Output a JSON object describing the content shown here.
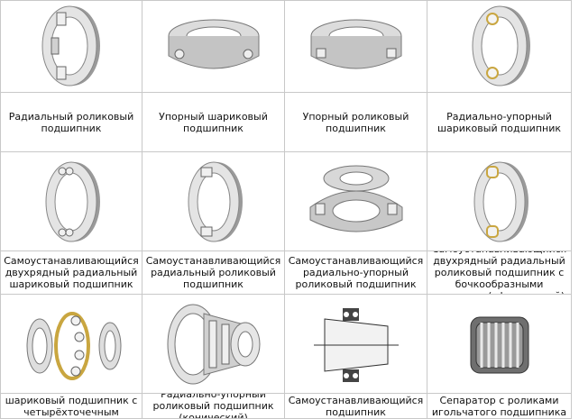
{
  "captions": [
    "Радиальный роликовый подшипник",
    "Упорный шариковый подшипник",
    "Упорный роликовый подшипник",
    "Радиально-упорный шариковый подшипник",
    "Самоустанавливающийся двухрядный радиальный шариковый подшипник",
    "Самоустанавливающийся радиальный роликовый подшипник",
    "Самоустанавливающийся радиально-упорный роликовый подшипник",
    "Самоустанавливающийся двухрядный радиальный роликовый подшипник с бочкообразными роликами (сферический)",
    "Радиально-упорный шариковый подшипник с четырёхточечным контактом",
    "Радиально-упорный роликовый подшипник (конический)",
    "Самоустанавливающийся подшипник",
    "Сепаратор с роликами игольчатого подшипника"
  ],
  "icons": [
    "radial-roller-bearing-icon",
    "thrust-ball-bearing-icon",
    "thrust-roller-bearing-icon",
    "angular-contact-ball-bearing-icon",
    "self-aligning-double-row-ball-bearing-icon",
    "self-aligning-radial-roller-bearing-icon",
    "self-aligning-angular-roller-bearing-icon",
    "spherical-roller-bearing-icon",
    "four-point-contact-bearing-icon",
    "tapered-roller-bearing-icon",
    "self-aligning-bearing-diagram-icon",
    "needle-roller-cage-icon"
  ],
  "colors": {
    "border": "#c8c8c8",
    "metal_light": "#e6e6e6",
    "metal_mid": "#b9b9b9",
    "metal_dark": "#7a7a7a",
    "brass": "#c9a640",
    "text": "#111111"
  }
}
